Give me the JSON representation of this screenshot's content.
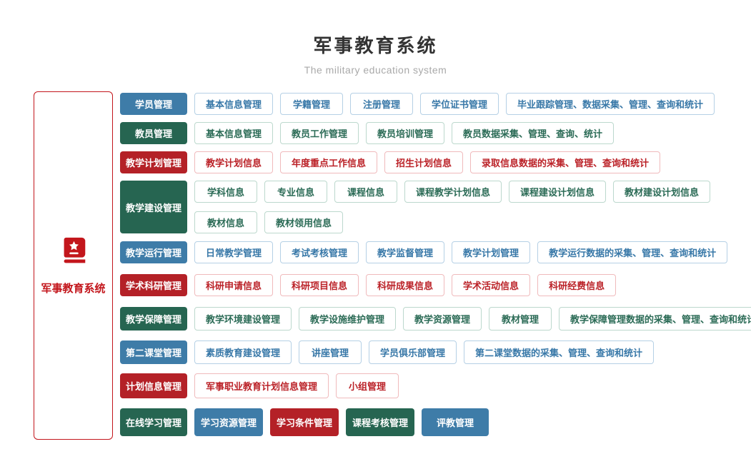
{
  "page": {
    "title": "军事教育系统",
    "subtitle": "The military education system"
  },
  "root": {
    "label": "军事教育系统",
    "icon": "book-star-icon"
  },
  "palette": {
    "solid_blue": "#3e7ca8",
    "solid_green": "#266551",
    "solid_red": "#b42127",
    "outline_blue_text": "#3878a8",
    "outline_green_text": "#2b6b56",
    "outline_red_text": "#bb2228",
    "outline_blue_border": "#b5d0e5",
    "outline_green_border": "#bcd8cd",
    "outline_red_border": "#f0babc",
    "root_red": "#c3161c",
    "title_color": "#333333",
    "subtitle_color": "#a9a9a9"
  },
  "diagram": {
    "rows": [
      {
        "category": {
          "label": "学员管理",
          "color": "blue"
        },
        "item_color": "blue",
        "item_rows": [
          [
            "基本信息管理",
            "学籍管理",
            "注册管理",
            "学位证书管理",
            "毕业跟踪管理、数据采集、管理、查询和统计"
          ]
        ]
      },
      {
        "category": {
          "label": "教员管理",
          "color": "green"
        },
        "item_color": "green",
        "item_rows": [
          [
            "基本信息管理",
            "教员工作管理",
            "教员培训管理",
            "教员数据采集、管理、查询、统计"
          ]
        ]
      },
      {
        "category": {
          "label": "教学计划管理",
          "color": "red"
        },
        "item_color": "red",
        "item_rows": [
          [
            "教学计划信息",
            "年度重点工作信息",
            "招生计划信息",
            "录取信息数据的采集、管理、查询和统计"
          ]
        ]
      },
      {
        "category": {
          "label": "教学建设管理",
          "color": "green"
        },
        "item_color": "green",
        "item_rows": [
          [
            "学科信息",
            "专业信息",
            "课程信息",
            "课程教学计划信息",
            "课程建设计划信息",
            "教材建设计划信息"
          ],
          [
            "教材信息",
            "教材领用信息"
          ]
        ]
      },
      {
        "category": {
          "label": "教学运行管理",
          "color": "blue"
        },
        "item_color": "blue",
        "item_rows": [
          [
            "日常教学管理",
            "考试考核管理",
            "教学监督管理",
            "教学计划管理",
            "教学运行数据的采集、管理、查询和统计"
          ]
        ]
      },
      {
        "category": {
          "label": "学术科研管理",
          "color": "red"
        },
        "item_color": "red",
        "item_rows": [
          [
            "科研申请信息",
            "科研项目信息",
            "科研成果信息",
            "学术活动信息",
            "科研经费信息"
          ]
        ]
      },
      {
        "category": {
          "label": "教学保障管理",
          "color": "green"
        },
        "item_color": "green",
        "item_rows": [
          [
            "教学环境建设管理",
            "教学设施维护管理",
            "教学资源管理",
            "教材管理",
            "教学保障管理数据的采集、管理、查询和统计"
          ]
        ]
      },
      {
        "category": {
          "label": "第二课堂管理",
          "color": "blue"
        },
        "item_color": "blue",
        "item_rows": [
          [
            "素质教育建设管理",
            "讲座管理",
            "学员俱乐部管理",
            "第二课堂数据的采集、管理、查询和统计"
          ]
        ]
      },
      {
        "category": {
          "label": "计划信息管理",
          "color": "red"
        },
        "item_color": "red",
        "item_rows": [
          [
            "军事职业教育计划信息管理",
            "小组管理"
          ]
        ]
      },
      {
        "category": {
          "label": "在线学习管理",
          "color": "green"
        },
        "item_style": "solid",
        "item_rows": [
          [
            {
              "label": "学习资源管理",
              "color": "blue"
            },
            {
              "label": "学习条件管理",
              "color": "red"
            },
            {
              "label": "课程考核管理",
              "color": "green"
            },
            {
              "label": "评教管理",
              "color": "blue"
            }
          ]
        ]
      }
    ]
  }
}
